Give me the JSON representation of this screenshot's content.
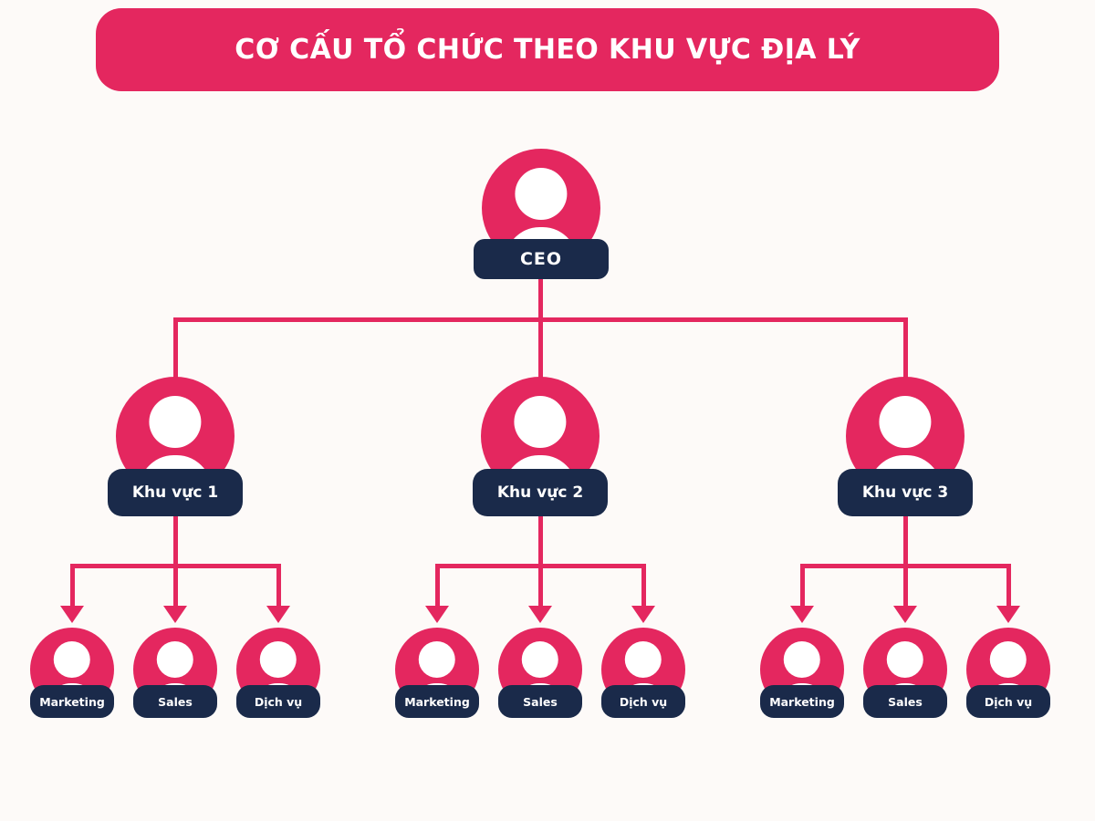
{
  "title": "CƠ CẤU TỔ CHỨC THEO KHU VỰC ĐỊA LÝ",
  "colors": {
    "pink": "#E4275F",
    "navy": "#1A2A4A",
    "background": "#FDFAF8",
    "text_on_dark": "#FFFFFF"
  },
  "tree": {
    "root": {
      "label": "CEO"
    },
    "regions": [
      {
        "label": "Khu vực 1",
        "children": [
          {
            "label": "Marketing"
          },
          {
            "label": "Sales"
          },
          {
            "label": "Dịch vụ"
          }
        ]
      },
      {
        "label": "Khu vực 2",
        "children": [
          {
            "label": "Marketing"
          },
          {
            "label": "Sales"
          },
          {
            "label": "Dịch vụ"
          }
        ]
      },
      {
        "label": "Khu vực 3",
        "children": [
          {
            "label": "Marketing"
          },
          {
            "label": "Sales"
          },
          {
            "label": "Dịch vụ"
          }
        ]
      }
    ]
  }
}
